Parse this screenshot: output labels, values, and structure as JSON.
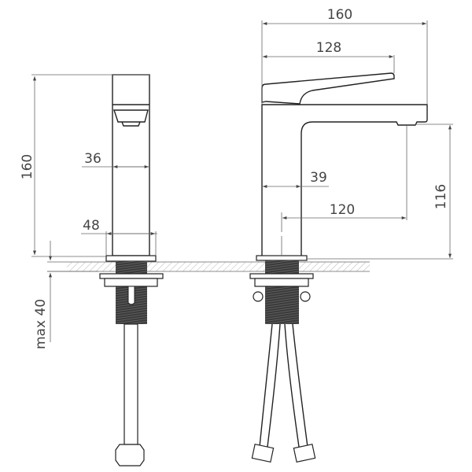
{
  "drawing": {
    "front_view": {
      "height_label": "160",
      "body_width_label": "36",
      "base_width_label": "48",
      "counter_thickness_label": "max 40"
    },
    "side_view": {
      "total_length_label": "160",
      "handle_length_label": "128",
      "body_depth_label": "39",
      "spout_reach_label": "120",
      "spout_height_label": "116"
    },
    "colors": {
      "line": "#222222",
      "dimension": "#666666",
      "thread": "#3a3a3a"
    }
  }
}
